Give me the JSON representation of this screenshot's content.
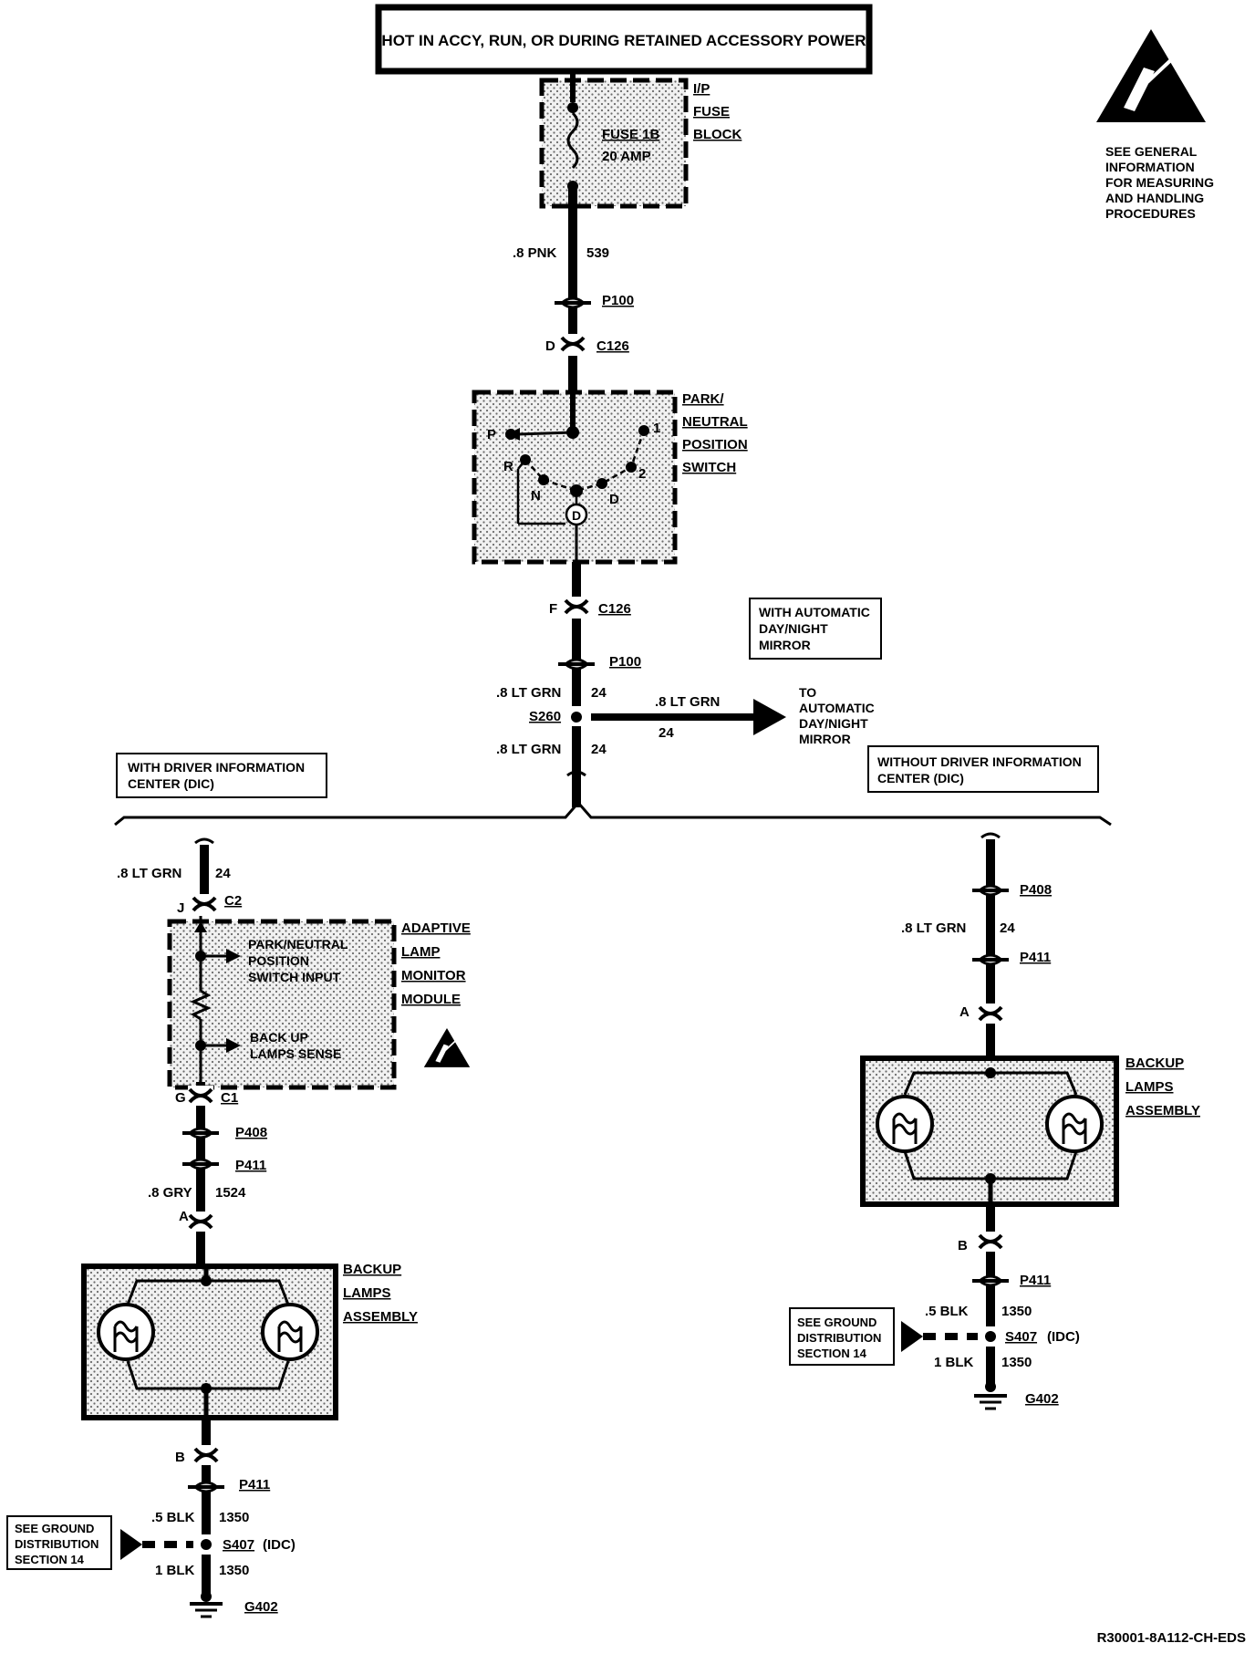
{
  "header_box": "HOT IN ACCY, RUN, OR DURING RETAINED ACCESSORY POWER",
  "esd_note": [
    "SEE GENERAL",
    "INFORMATION",
    "FOR MEASURING",
    "AND HANDLING",
    "PROCEDURES"
  ],
  "fuse_block": {
    "label": [
      "I/P",
      "FUSE",
      "BLOCK"
    ],
    "fuse_name": "FUSE 1B",
    "fuse_rating": "20 AMP"
  },
  "upper": {
    "wire_539": ".8 PNK",
    "circuit_539": "539",
    "p100_top": "P100",
    "c126_top_pin": "D",
    "c126_top": "C126",
    "switch_label": [
      "PARK/",
      "NEUTRAL",
      "POSITION",
      "SWITCH"
    ],
    "switch_positions": {
      "p": "P",
      "r": "R",
      "n": "N",
      "d": "D",
      "two": "2",
      "one": "1",
      "d_circle": "D"
    },
    "c126_bottom_pin": "F",
    "c126_bottom": "C126",
    "p100_bottom": "P100",
    "mirror_box": [
      "WITH AUTOMATIC",
      "DAY/NIGHT",
      "MIRROR"
    ],
    "wire_lt_grn_upper": ".8 LT GRN",
    "circuit_24_upper": "24",
    "s260": "S260",
    "branch_wire": ".8 LT GRN",
    "branch_circuit": "24",
    "branch_to": [
      "TO",
      "AUTOMATIC",
      "DAY/NIGHT",
      "MIRROR"
    ],
    "wire_lt_grn_lower": ".8 LT GRN",
    "circuit_24_lower": "24"
  },
  "left_option": {
    "box": [
      "WITH DRIVER INFORMATION",
      "CENTER (DIC)"
    ],
    "wire_top": ".8 LT GRN",
    "circuit_top": "24",
    "c2_pin": "J",
    "c2": "C2",
    "module_label": [
      "ADAPTIVE",
      "LAMP",
      "MONITOR",
      "MODULE"
    ],
    "input1": [
      "PARK/NEUTRAL",
      "POSITION",
      "SWITCH INPUT"
    ],
    "input2": [
      "BACK UP",
      "LAMPS SENSE"
    ],
    "c1_pin": "G",
    "c1": "C1",
    "p408": "P408",
    "p411": "P411",
    "wire_gry": ".8 GRY",
    "circuit_1524": "1524",
    "lamp_pin_a": "A",
    "lamps_label": [
      "BACKUP",
      "LAMPS",
      "ASSEMBLY"
    ],
    "lamp_pin_b": "B",
    "p411_lower": "P411",
    "wire_5_blk": ".5 BLK",
    "circuit_1350_a": "1350",
    "ground_box": [
      "SEE GROUND",
      "DISTRIBUTION",
      "SECTION 14"
    ],
    "s407": "S407",
    "idc": "(IDC)",
    "wire_1_blk": "1 BLK",
    "circuit_1350_b": "1350",
    "g402": "G402"
  },
  "right_option": {
    "box": [
      "WITHOUT DRIVER INFORMATION",
      "CENTER (DIC)"
    ],
    "p408": "P408",
    "wire_lt_grn": ".8 LT GRN",
    "circuit_24": "24",
    "p411": "P411",
    "lamp_pin_a": "A",
    "lamps_label": [
      "BACKUP",
      "LAMPS",
      "ASSEMBLY"
    ],
    "lamp_pin_b": "B",
    "p411_lower": "P411",
    "wire_5_blk": ".5 BLK",
    "circuit_1350_a": "1350",
    "ground_box": [
      "SEE GROUND",
      "DISTRIBUTION",
      "SECTION 14"
    ],
    "s407": "S407",
    "idc": "(IDC)",
    "wire_1_blk": "1 BLK",
    "circuit_1350_b": "1350",
    "g402": "G402"
  },
  "figure_code": "R30001-8A112-CH-EDS"
}
